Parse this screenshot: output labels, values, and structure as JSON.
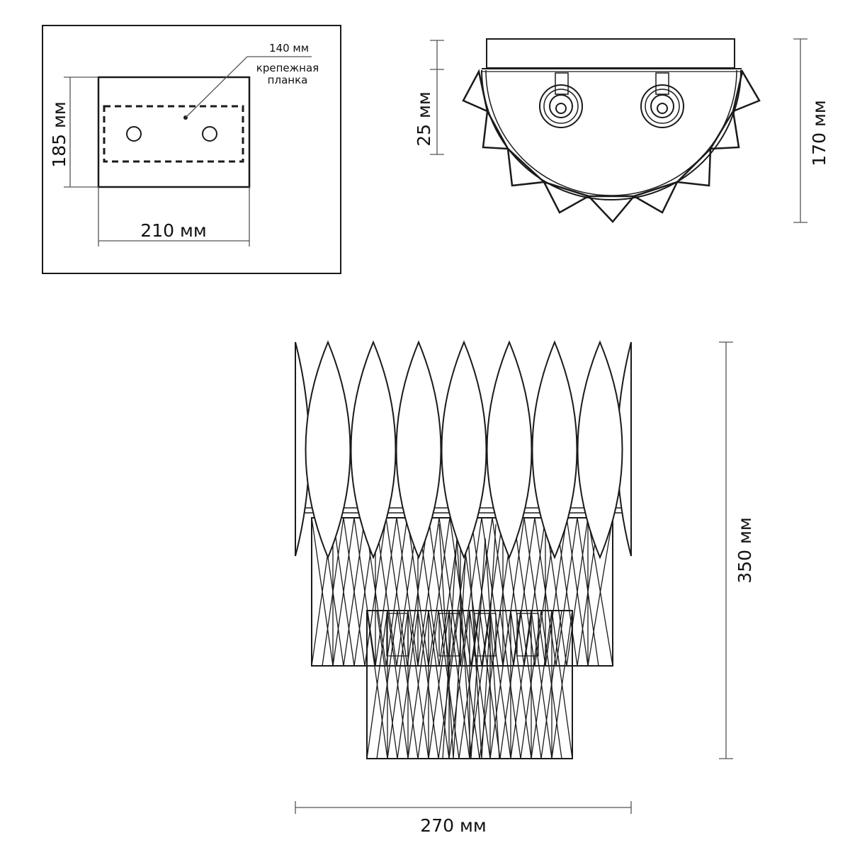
{
  "colors": {
    "line": "#1a1a1a",
    "dimension": "#555555",
    "background": "#ffffff"
  },
  "mounting_plate": {
    "width_label": "210 мм",
    "height_label": "185 мм",
    "bracket_width_label": "140 мм",
    "bracket_label_line1": "крепежная",
    "bracket_label_line2": "планка"
  },
  "top_view": {
    "depth_label": "170 мм",
    "plate_thickness_label": "25 мм"
  },
  "front_view": {
    "height_label": "350 мм",
    "width_label": "270 мм"
  }
}
